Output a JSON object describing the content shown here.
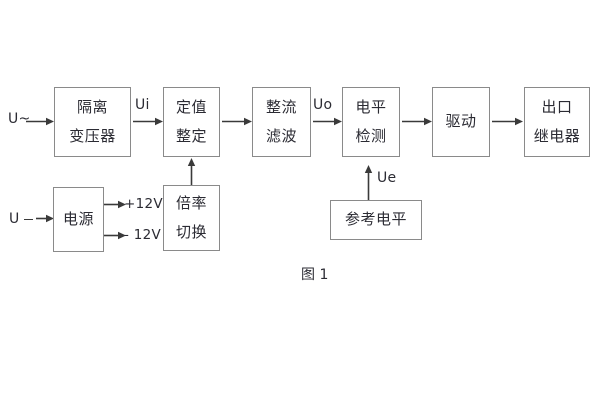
{
  "figure": {
    "caption": "图 1",
    "colors": {
      "box_border": "#8a8a8a",
      "text": "#2b2b33",
      "arrow": "#3a3a3a",
      "background": "#ffffff"
    }
  },
  "blocks": {
    "isolation_transformer": {
      "line1": "隔离",
      "line2": "变压器"
    },
    "setting_value": {
      "line1": "定值",
      "line2": "整定"
    },
    "rectify_filter": {
      "line1": "整流",
      "line2": "滤波"
    },
    "level_detect": {
      "line1": "电平",
      "line2": "检测"
    },
    "drive": {
      "line1": "驱动"
    },
    "output_relay": {
      "line1": "出口",
      "line2": "继电器"
    },
    "power_supply": {
      "line1": "电源"
    },
    "multiplier_switch": {
      "line1": "倍率",
      "line2": "切换"
    },
    "reference_level": {
      "line1": "参考电平"
    }
  },
  "labels": {
    "input_ac": "U~",
    "input_dc": "U",
    "ui": "Ui",
    "uo": "Uo",
    "ue": "Ue",
    "pos_12v": "+12V",
    "neg_12v": "- 12V"
  }
}
